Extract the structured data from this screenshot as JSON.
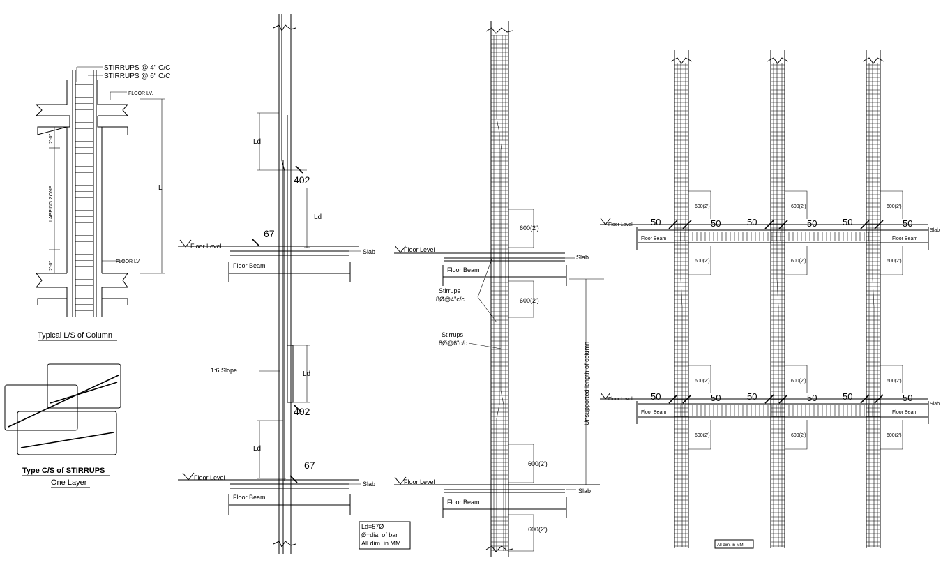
{
  "ls_column": {
    "stirrups_4": "STIRRUPS @ 4\" C/C",
    "stirrups_6": "STIRRUPS @ 6\" C/C",
    "floor_lv_top": "FLOOR LV.",
    "floor_lv_bottom": "FLOOR LV.",
    "dim_2ft_top": "2'-0\"",
    "dim_2ft_bottom": "2'-0\"",
    "lapping_zone": "LAPPING ZONE",
    "dim_L": "L",
    "title": "Typical L/S of Column"
  },
  "stirrup_cs": {
    "title": "Type  C/S  of STIRRUPS",
    "subtitle": "One Layer"
  },
  "lap_detail": {
    "ld_1": "Ld",
    "dim_402_a": "402",
    "ld_2": "Ld",
    "dim_67_a": "67",
    "floor_level_1": "Floor Level",
    "slab_1": "Slab",
    "floor_beam_1": "Floor Beam",
    "slope": "1:6 Slope",
    "ld_3": "Ld",
    "dim_402_b": "402",
    "ld_4": "Ld",
    "dim_67_b": "67",
    "floor_level_2": "Floor Level",
    "slab_2": "Slab",
    "floor_beam_2": "Floor Beam",
    "notes": [
      "Ld=57Ø",
      "Ø=dia. of bar",
      "All dim. in MM"
    ]
  },
  "stirrup_detail": {
    "dim_600_a": "600(2')",
    "floor_level_1": "Floor Level",
    "slab_1": "Slab",
    "floor_beam_1": "Floor Beam",
    "dim_600_b": "600(2')",
    "stirrups_label_1": "Stirrups",
    "stirrups_spec_1": "8Ø@4\"c/c",
    "stirrups_label_2": "Stirrups",
    "stirrups_spec_2": "8Ø@6\"c/c",
    "unsupported": "Unsupported length of column",
    "dim_600_c": "600(2')",
    "floor_level_2": "Floor Level",
    "slab_2": "Slab",
    "floor_beam_2": "Floor Beam",
    "dim_600_d": "600(2')"
  },
  "frame_detail": {
    "floor_level": "Floor Level",
    "floor_beam": "Floor Beam",
    "slab": "Slab",
    "dim_50": "50",
    "dim_600": "600(2')",
    "note": "All dim. in MM"
  }
}
